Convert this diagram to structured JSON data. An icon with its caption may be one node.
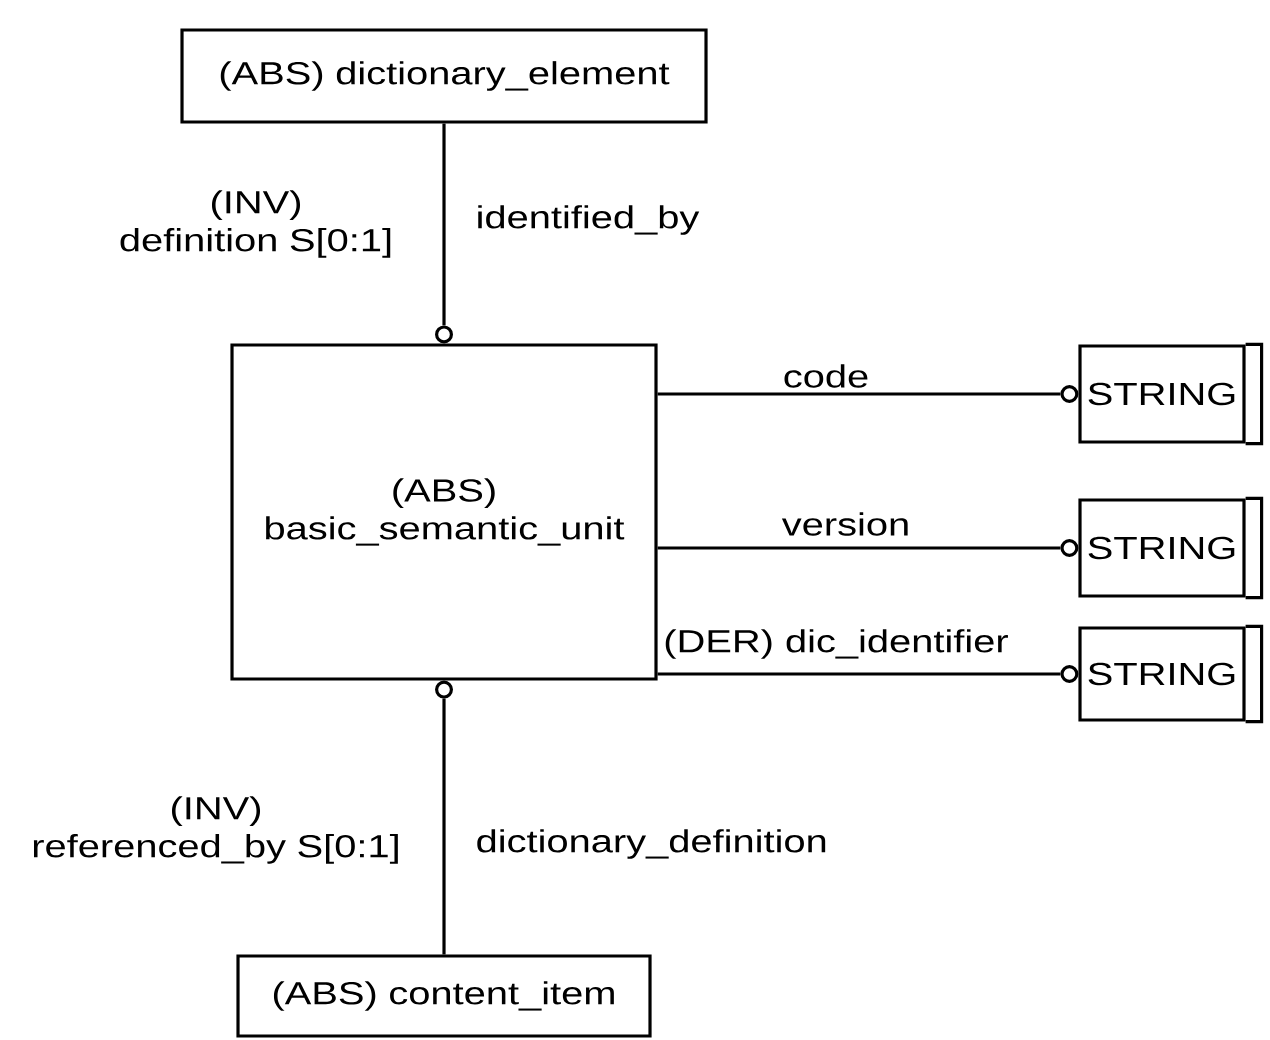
{
  "diagram": {
    "nodes": [
      {
        "text": [
          "(ABS) dictionary_element"
        ]
      },
      {
        "text": [
          "(ABS) basic_semantic_unit"
        ]
      },
      {
        "text": [
          "STRING"
        ]
      },
      {
        "text": [
          "STRING"
        ]
      },
      {
        "text": [
          "STRING"
        ]
      },
      {
        "text": [
          "(ABS) content_item"
        ]
      }
    ],
    "edges": [
      {
        "from": 0,
        "to": 1,
        "arrow": "other",
        "label": "identified_by"
      },
      {
        "from": 1,
        "to": 2,
        "arrow": "other",
        "label": "code"
      },
      {
        "from": 1,
        "to": 3,
        "arrow": "other",
        "label": "version"
      },
      {
        "from": 1,
        "to": 4,
        "arrow": "other",
        "label": "(DER) dic_identifier"
      },
      {
        "from": 5,
        "to": 1,
        "arrow": "other",
        "label": "dictionary_definition"
      }
    ],
    "labels": [
      "(INV) definition S[0:1]",
      "(INV) referenced_by S[0:1]"
    ]
  }
}
